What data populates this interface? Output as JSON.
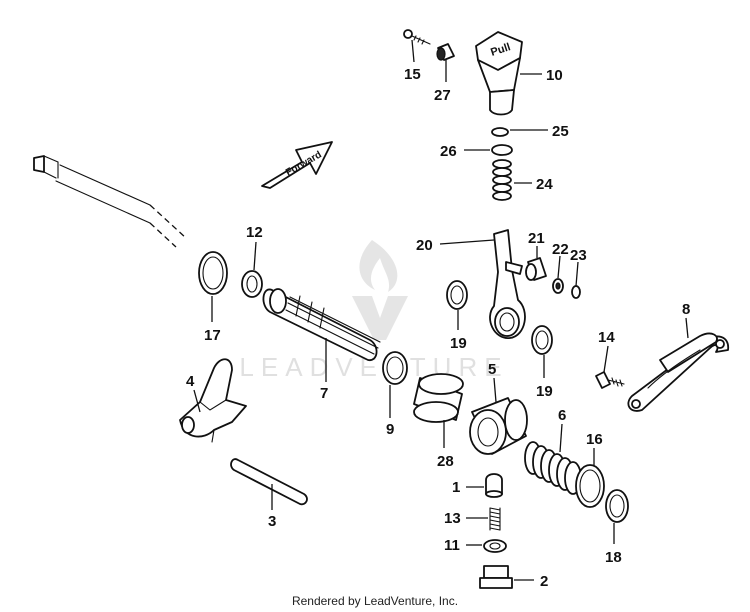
{
  "watermark": {
    "text": "LEADVENTURE"
  },
  "direction_arrow": {
    "label": "Forward"
  },
  "knob_label": "Pull",
  "callouts": {
    "c1": "1",
    "c2": "2",
    "c3": "3",
    "c4": "4",
    "c5": "5",
    "c6": "6",
    "c7": "7",
    "c8": "8",
    "c9": "9",
    "c10": "10",
    "c11": "11",
    "c12": "12",
    "c13": "13",
    "c14": "14",
    "c15": "15",
    "c16": "16",
    "c17": "17",
    "c18": "18",
    "c19a": "19",
    "c19b": "19",
    "c20": "20",
    "c21": "21",
    "c22": "22",
    "c23": "23",
    "c24": "24",
    "c25": "25",
    "c26": "26",
    "c27": "27",
    "c28": "28"
  },
  "footer": {
    "text": "Rendered by LeadVenture, Inc."
  }
}
